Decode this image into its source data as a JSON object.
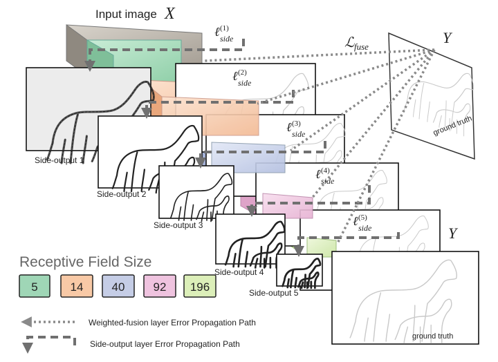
{
  "labels": {
    "input_image": "Input image",
    "input_var": "X",
    "loss_fuse": "ℒ",
    "loss_fuse_sub": "fuse",
    "target_var_top": "Y",
    "target_var_bottom": "Y",
    "ground_truth_top": "ground truth",
    "ground_truth_bottom": "ground truth"
  },
  "side_losses": [
    {
      "symbol": "ℓ",
      "sup": "(1)",
      "sub": "side"
    },
    {
      "symbol": "ℓ",
      "sup": "(2)",
      "sub": "side"
    },
    {
      "symbol": "ℓ",
      "sup": "(3)",
      "sub": "side"
    },
    {
      "symbol": "ℓ",
      "sup": "(4)",
      "sub": "side"
    },
    {
      "symbol": "ℓ",
      "sup": "(5)",
      "sub": "side"
    }
  ],
  "side_outputs": [
    "Side-output 1",
    "Side-output 2",
    "Side-output 3",
    "Side-output 4",
    "Side-output 5"
  ],
  "receptive_field": {
    "title": "Receptive Field Size",
    "sizes": [
      {
        "value": "5",
        "color": "#9fd6b6"
      },
      {
        "value": "14",
        "color": "#f8c9a6"
      },
      {
        "value": "40",
        "color": "#c5cde6"
      },
      {
        "value": "92",
        "color": "#efc3df"
      },
      {
        "value": "196",
        "color": "#dcefb9"
      }
    ]
  },
  "legend": {
    "weighted_fusion": "Weighted-fusion layer Error Propagation Path",
    "side_output": "Side-output layer Error Propagation Path"
  },
  "colors": {
    "block_input": "#b9b3aa",
    "block_1": "#a8dcbb",
    "block_2": "#f6cba9",
    "block_3": "#c9d3ea",
    "block_4": "#f1c6e0",
    "block_5": "#dff0c1",
    "path_gray": "#707070"
  }
}
